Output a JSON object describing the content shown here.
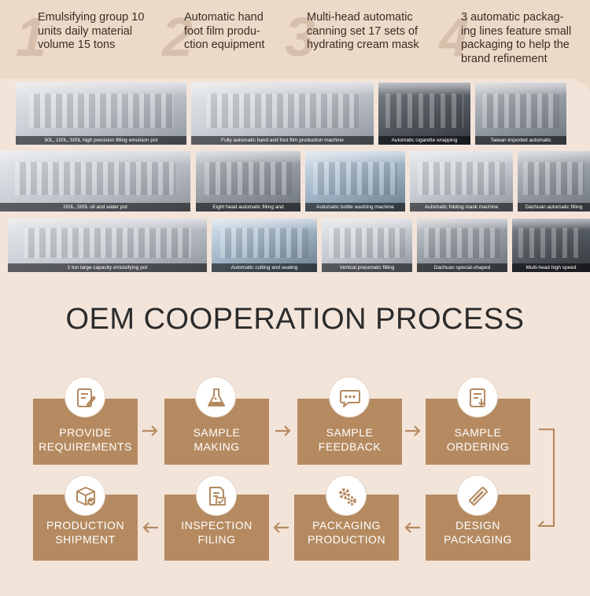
{
  "features": [
    {
      "num": "1",
      "lines": [
        "Emulsifying group 10",
        "units daily material",
        "volume 15 tons"
      ]
    },
    {
      "num": "2",
      "lines": [
        "Automatic hand",
        "foot film produ-",
        "ction equipment"
      ]
    },
    {
      "num": "3",
      "lines": [
        "Multi-head automatic",
        "canning set 17 sets of",
        "hydrating cream mask"
      ]
    },
    {
      "num": "4",
      "lines": [
        "3 automatic packag-",
        "ing lines feature small",
        "packaging to help the",
        "brand refinement"
      ]
    }
  ],
  "photos": [
    "50L, 100L, 500L high precision filling emulsion pot",
    "Fully automatic hand and foot film production machine",
    "Automatic cigarette wrapping",
    "Taiwan imported automatic",
    "200L, 500L oil and water pot",
    "Eight head automatic filling and",
    "Automatic bottle washing machine",
    "Automatic folding mask machine",
    "Dachuan automatic filling",
    "1 ton large capacity emulsifying pot",
    "Automatic cutting and sealing",
    "Vertical pneumatic filling",
    "Dachuan special-shaped",
    "Multi-head high speed"
  ],
  "title": "OEM COOPERATION PROCESS",
  "steps": [
    {
      "lines": [
        "PROVIDE",
        "REQUIREMENTS"
      ],
      "icon": "edit-document-icon"
    },
    {
      "lines": [
        "SAMPLE",
        "MAKING"
      ],
      "icon": "flask-icon"
    },
    {
      "lines": [
        "SAMPLE",
        "FEEDBACK"
      ],
      "icon": "chat-bubble-icon"
    },
    {
      "lines": [
        "SAMPLE",
        "ORDERING"
      ],
      "icon": "order-document-icon"
    },
    {
      "lines": [
        "DESIGN",
        "PACKAGING"
      ],
      "icon": "ruler-pencil-icon"
    },
    {
      "lines": [
        "PACKAGING",
        "PRODUCTION"
      ],
      "icon": "gears-icon"
    },
    {
      "lines": [
        "INSPECTION",
        "FILING"
      ],
      "icon": "checklist-icon"
    },
    {
      "lines": [
        "PRODUCTION",
        "SHIPMENT"
      ],
      "icon": "package-box-icon"
    }
  ],
  "colors": {
    "step_fill": "#b58a60",
    "arrow": "#b58a60",
    "background": "#f3e4da",
    "top_band": "#ecd9c8"
  }
}
